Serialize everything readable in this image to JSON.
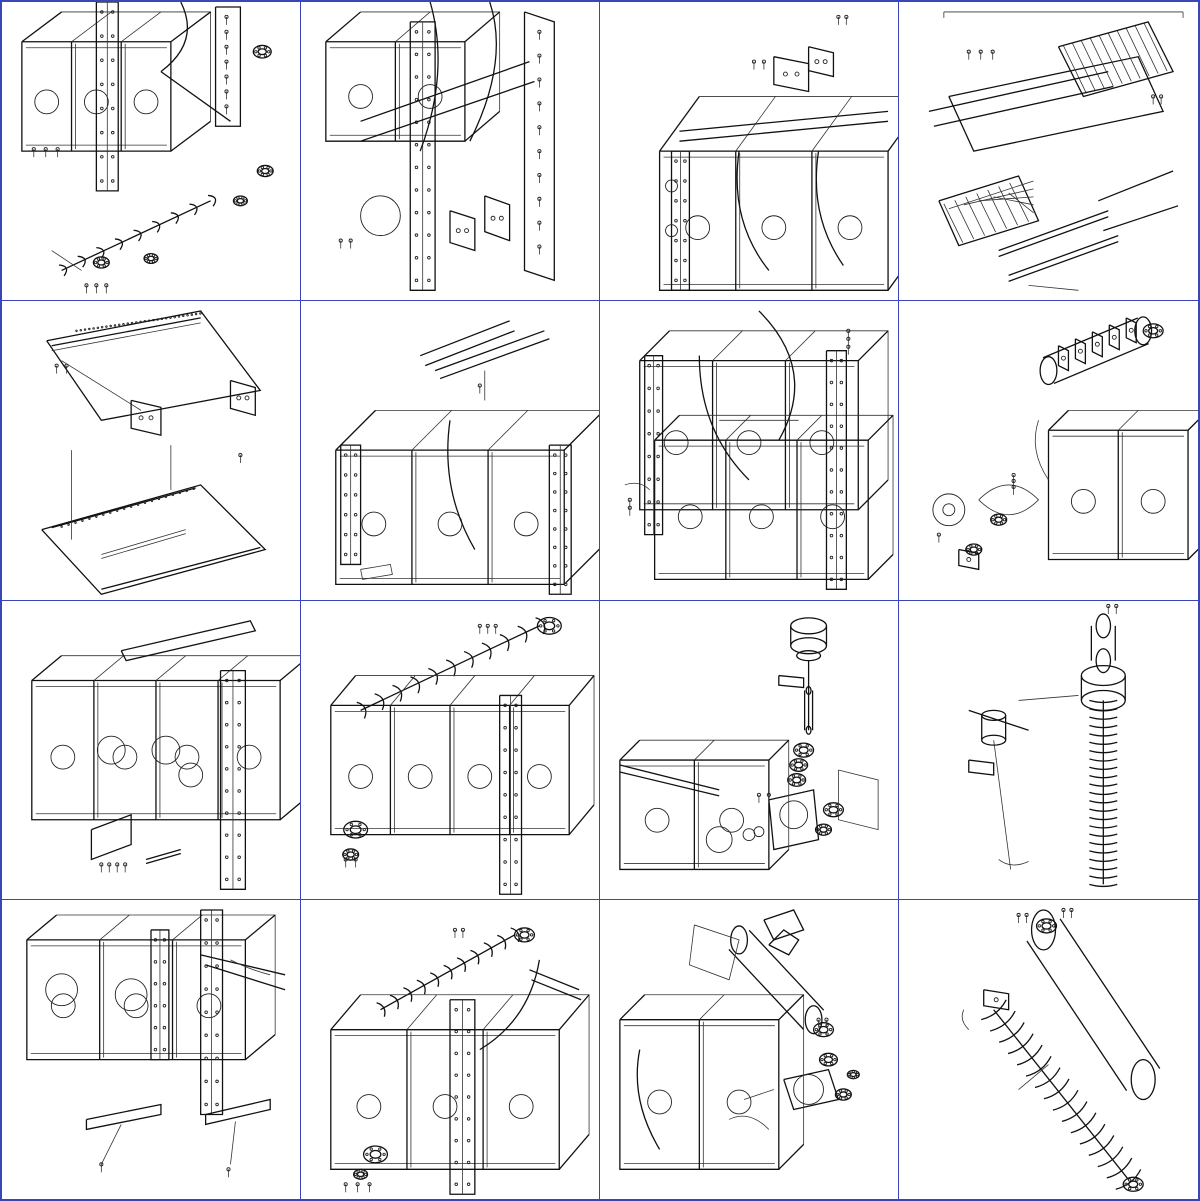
{
  "border_color": "#3a46b8",
  "panels": [
    {
      "id": 1,
      "subject": "frame-with-bearing-parts"
    },
    {
      "id": 2,
      "subject": "frame-with-brackets"
    },
    {
      "id": 3,
      "subject": "frame-body-top"
    },
    {
      "id": 4,
      "subject": "grille-assembly"
    },
    {
      "id": 5,
      "subject": "rail-and-cover-assembly"
    },
    {
      "id": 6,
      "subject": "frame-with-profile"
    },
    {
      "id": 7,
      "subject": "frame-body-perspective"
    },
    {
      "id": 8,
      "subject": "shaft-and-gear-assembly"
    },
    {
      "id": 9,
      "subject": "frame-with-cover-plate"
    },
    {
      "id": 10,
      "subject": "frame-with-auger"
    },
    {
      "id": 11,
      "subject": "drive-housing-assembly"
    },
    {
      "id": 12,
      "subject": "vertical-auger"
    },
    {
      "id": 13,
      "subject": "frame-lower-plates"
    },
    {
      "id": 14,
      "subject": "frame-with-auger-and-flange"
    },
    {
      "id": 15,
      "subject": "gearbox-and-tube"
    },
    {
      "id": 16,
      "subject": "inclined-auger-tube"
    }
  ]
}
